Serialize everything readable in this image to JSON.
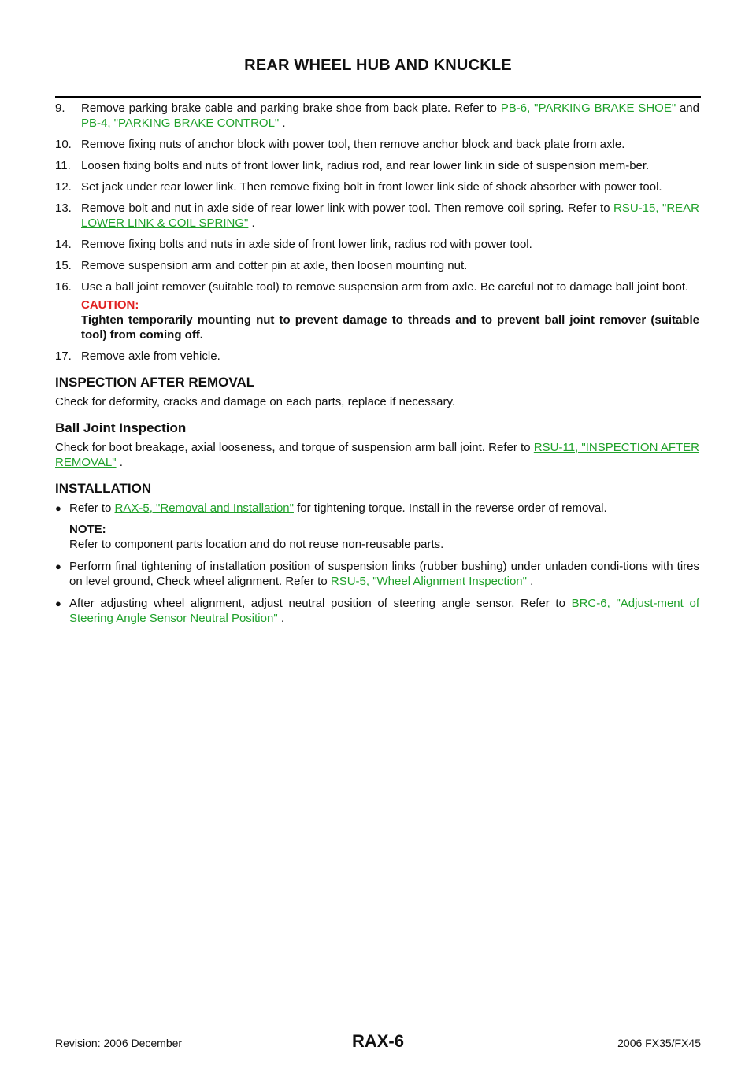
{
  "header": {
    "title": "REAR WHEEL HUB AND KNUCKLE"
  },
  "steps": [
    {
      "num": "9.",
      "t1": "Remove parking brake cable and parking brake shoe from back plate. Refer to ",
      "l1": "PB-6, \"PARKING BRAKE SHOE\"",
      "t2": " and ",
      "l2": "PB-4, \"PARKING BRAKE CONTROL\"",
      "t3": " ."
    },
    {
      "num": "10.",
      "text": "Remove fixing nuts of anchor block with power tool, then remove anchor block and back plate from axle."
    },
    {
      "num": "11.",
      "text": "Loosen fixing bolts and nuts of front lower link, radius rod, and rear lower link in side of suspension mem-ber."
    },
    {
      "num": "12.",
      "text": "Set jack under rear lower link. Then remove fixing bolt in front lower link side of shock absorber with power tool."
    },
    {
      "num": "13.",
      "t1": "Remove bolt and nut in axle side of rear lower link with power tool. Then remove coil spring. Refer to ",
      "l1": "RSU-15, \"REAR LOWER LINK & COIL SPRING\"",
      "t2": " ."
    },
    {
      "num": "14.",
      "text": "Remove fixing bolts and nuts in axle side of front lower link, radius rod with power tool."
    },
    {
      "num": "15.",
      "text": "Remove suspension arm and cotter pin at axle, then loosen mounting nut."
    },
    {
      "num": "16.",
      "text": "Use a ball joint remover (suitable tool) to remove suspension arm from axle. Be careful not to damage ball joint boot.",
      "caution_title": "CAUTION:",
      "caution_text": "Tighten temporarily mounting nut to prevent damage to threads and to prevent ball joint remover (suitable tool) from coming off."
    },
    {
      "num": "17.",
      "text": "Remove axle from vehicle."
    }
  ],
  "inspection": {
    "heading": "INSPECTION AFTER REMOVAL",
    "text": "Check for deformity, cracks and damage on each parts, replace if necessary."
  },
  "ball_joint": {
    "heading": "Ball Joint Inspection",
    "t1": "Check for boot breakage, axial looseness, and torque of suspension arm ball joint. Refer to ",
    "l1": "RSU-11, \"INSPECTION AFTER REMOVAL\"",
    "t2": " ."
  },
  "installation": {
    "heading": "INSTALLATION",
    "b1": {
      "t1": "Refer to ",
      "l1": "RAX-5, \"Removal and Installation\"",
      "t2": " for tightening torque. Install in the reverse order of removal.",
      "note_title": "NOTE:",
      "note_text": "Refer to component parts location and do not reuse non-reusable parts."
    },
    "b2": {
      "t1": "Perform final tightening of installation position of suspension links (rubber bushing) under unladen condi-tions with tires on level ground, Check wheel alignment. Refer to ",
      "l1": "RSU-5, \"Wheel Alignment Inspection\"",
      "t2": " ."
    },
    "b3": {
      "t1": "After adjusting wheel alignment, adjust neutral position of steering angle sensor. Refer to ",
      "l1": "BRC-6, \"Adjust-ment of Steering Angle Sensor Neutral Position\"",
      "t2": " ."
    },
    "bullet": "●"
  },
  "footer": {
    "revision": "Revision: 2006 December",
    "page": "RAX-6",
    "model": "2006 FX35/FX45"
  }
}
